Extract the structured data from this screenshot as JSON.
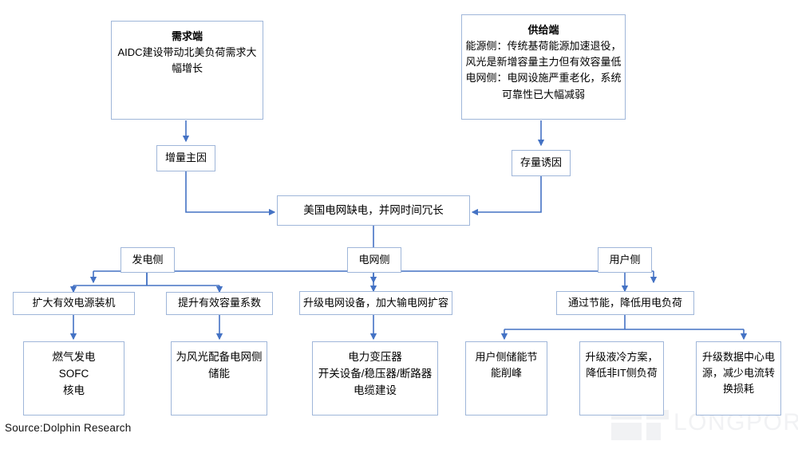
{
  "meta": {
    "source_label": "Source:Dolphin Research",
    "watermark_text": "LONGPORT",
    "edge_color": "#4472c4",
    "node_border_color": "#9fb6d9",
    "background_color": "#ffffff",
    "text_color": "#000000"
  },
  "nodes": {
    "demand_side": {
      "title": "需求端",
      "lines": [
        "AIDC建设带动北美负荷需求大",
        "幅增长"
      ]
    },
    "supply_side": {
      "title": "供给端",
      "lines": [
        "能源侧：传统基荷能源加速退役，",
        "风光是新增容量主力但有效容量低",
        "电网侧：电网设施严重老化，系统",
        "可靠性已大幅减弱"
      ]
    },
    "incremental_cause": {
      "label": "增量主因"
    },
    "stock_cause": {
      "label": "存量诱因"
    },
    "core_problem": {
      "label": "美国电网缺电，并网时间冗长"
    },
    "generation_side": {
      "label": "发电侧"
    },
    "grid_side": {
      "label": "电网侧"
    },
    "user_side": {
      "label": "用户侧"
    },
    "expand_capacity": {
      "label": "扩大有效电源装机"
    },
    "raise_coefficient": {
      "label": "提升有效容量系数"
    },
    "upgrade_grid": {
      "label": "升级电网设备，加大输电网扩容"
    },
    "reduce_load": {
      "label": "通过节能，降低用电负荷"
    },
    "generation_detail": {
      "lines": [
        "燃气发电",
        "SOFC",
        "核电"
      ]
    },
    "storage_detail": {
      "lines": [
        "为风光配备电网侧",
        "储能"
      ]
    },
    "grid_detail": {
      "lines": [
        "电力变压器",
        "开关设备/稳压器/断路器",
        "电缆建设"
      ]
    },
    "user_storage": {
      "lines": [
        "用户侧储能节",
        "能削峰"
      ]
    },
    "liquid_cooling": {
      "lines": [
        "升级液冷方案，",
        "降低非IT侧负荷"
      ]
    },
    "dc_power": {
      "lines": [
        "升级数据中心电",
        "源，减少电流转",
        "换损耗"
      ]
    }
  }
}
